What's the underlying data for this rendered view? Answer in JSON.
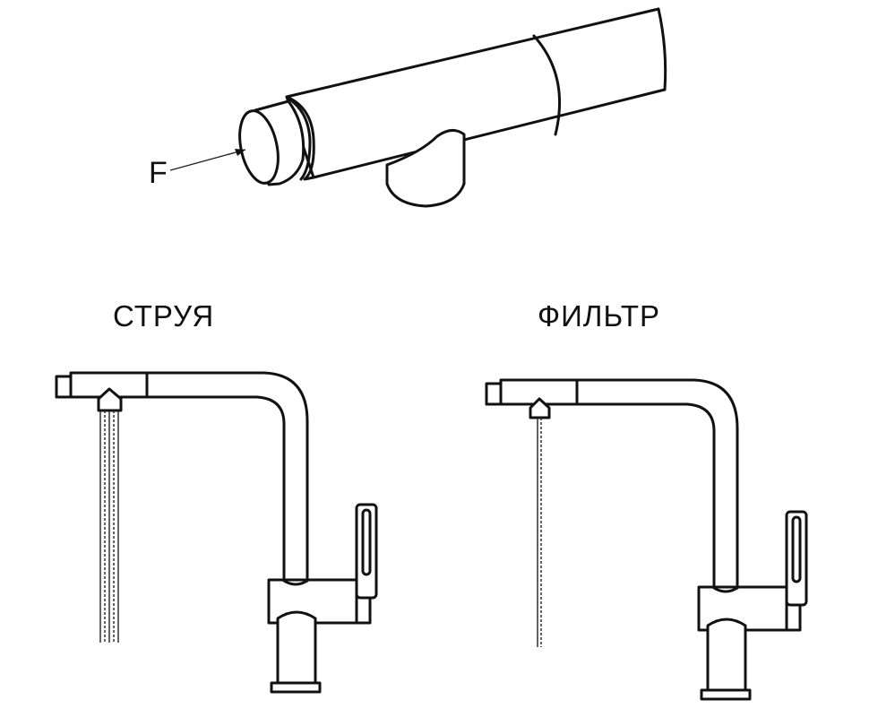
{
  "diagram": {
    "force_label": "F",
    "modes": [
      {
        "label": "СТРУЯ"
      },
      {
        "label": "ФИЛЬТР"
      }
    ]
  }
}
